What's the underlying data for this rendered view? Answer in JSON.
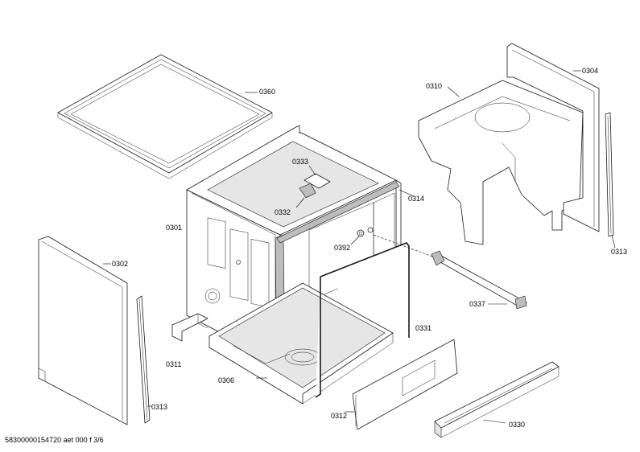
{
  "footer": "58300000154720 aet 000 f 3/6",
  "parts": {
    "p0301": "0301",
    "p0302": "0302",
    "p0304": "0304",
    "p0306": "0306",
    "p0310": "0310",
    "p0311": "0311",
    "p0312": "0312",
    "p0313a": "0313",
    "p0313b": "0313",
    "p0314": "0314",
    "p0330": "0330",
    "p0331": "0331",
    "p0332": "0332",
    "p0333": "0333",
    "p0337": "0337",
    "p0360": "0360",
    "p0392": "0392"
  }
}
